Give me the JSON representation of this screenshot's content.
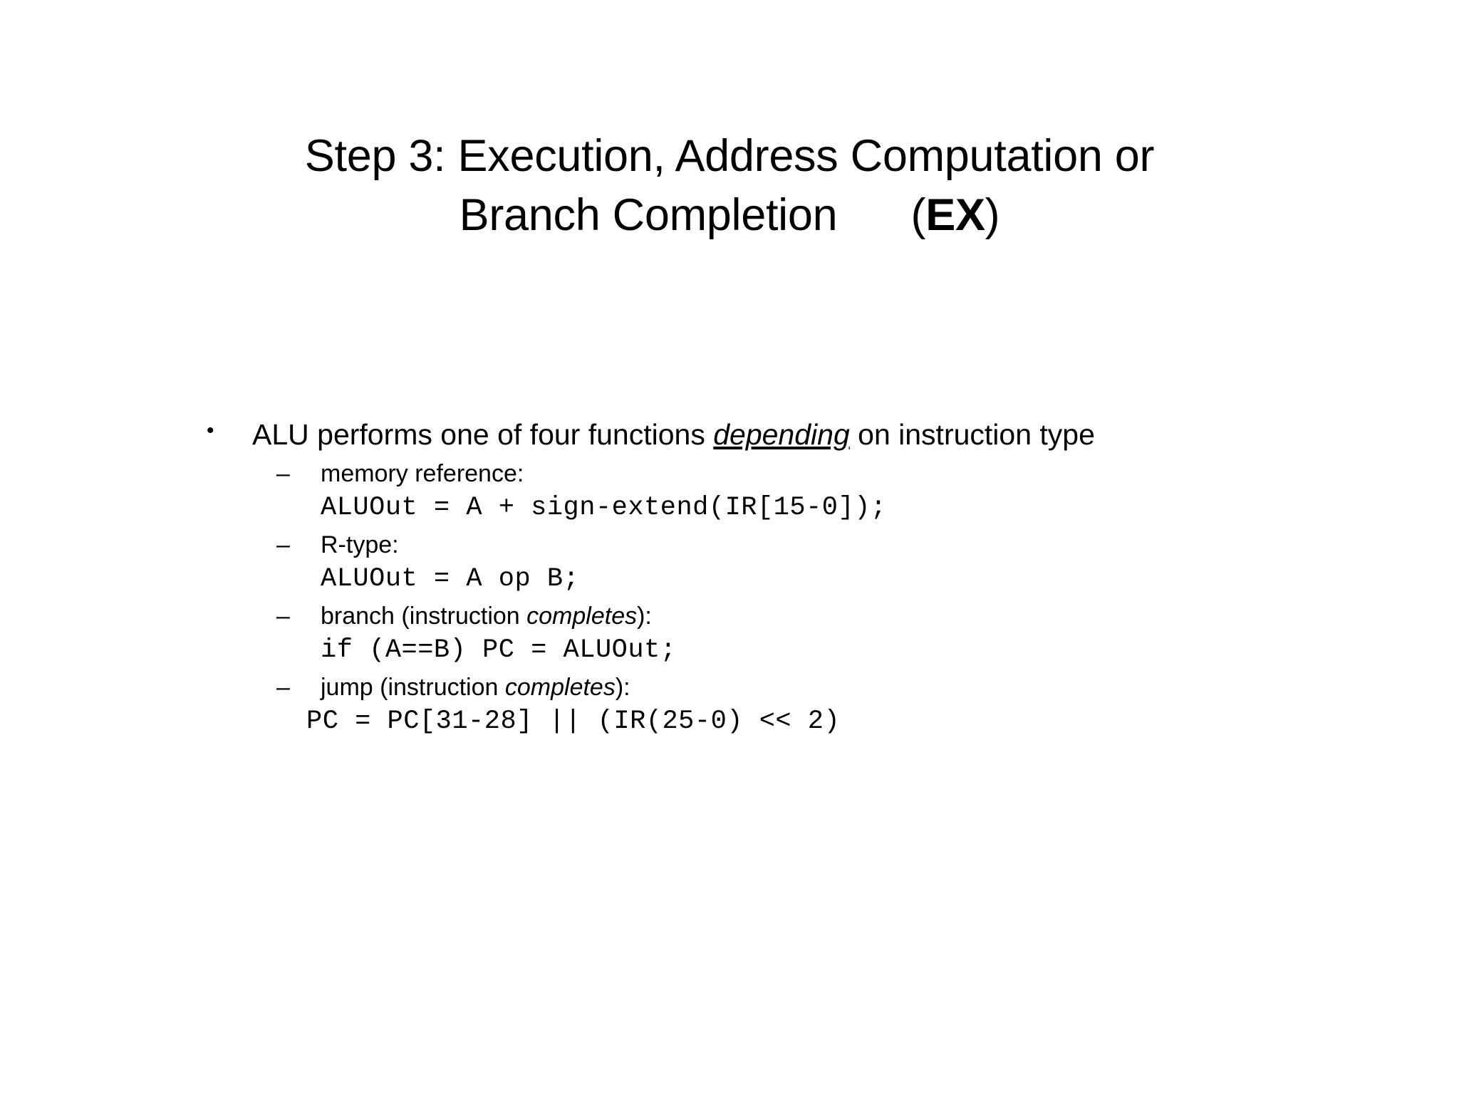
{
  "slide": {
    "background_color": "#ffffff",
    "text_color": "#000000",
    "title": {
      "line1": "Step 3: Execution, Address Computation or",
      "line2_prefix": "Branch Completion      (",
      "line2_bold": "EX",
      "line2_suffix": ")"
    },
    "body": {
      "bullet_marker_level1": "•",
      "bullet_marker_level2": "–",
      "main_bullet": {
        "text_before_emphasis": "ALU performs one of four functions ",
        "emphasis": "depending",
        "text_after_emphasis": " on instruction type"
      },
      "sub_bullets": [
        {
          "label_before": "memory reference:",
          "label_emphasis": "",
          "label_after": "",
          "code": "ALUOut = A + sign-extend(IR[15-0]);"
        },
        {
          "label_before": "R-type:",
          "label_emphasis": "",
          "label_after": "",
          "code": "ALUOut = A op B;"
        },
        {
          "label_before": "branch (instruction ",
          "label_emphasis": "completes",
          "label_after": "):",
          "code": "if (A==B) PC = ALUOut;"
        },
        {
          "label_before": "jump (instruction ",
          "label_emphasis": "completes",
          "label_after": "):",
          "code": "PC = PC[31-28] || (IR(25-0) << 2)"
        }
      ]
    }
  }
}
